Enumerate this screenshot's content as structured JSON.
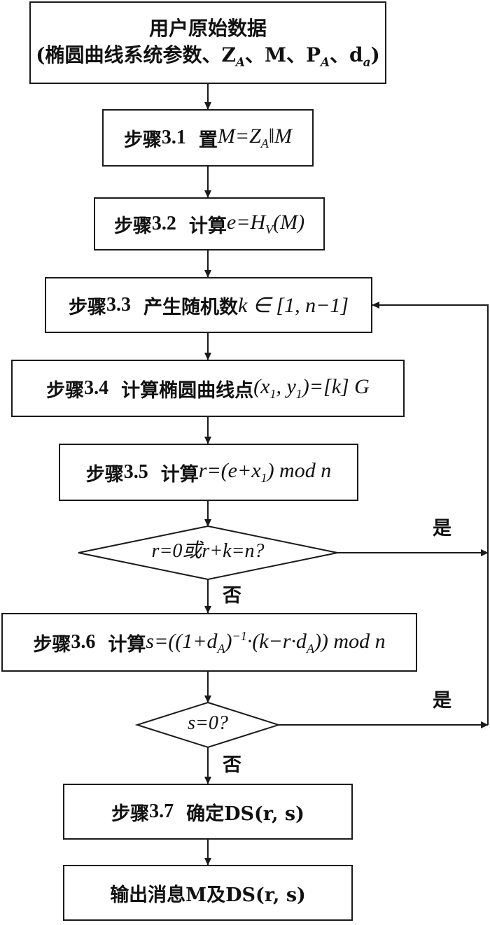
{
  "nodes": {
    "start": {
      "line1": "用户原始数据",
      "line2": "(椭圆曲线系统参数、Z",
      "sub_a": "A",
      "sep1": "、M、P",
      "sub_b": "A",
      "sep2": "、d",
      "sub_c": "a",
      "close": ")"
    },
    "s31": {
      "prefix": "步骤",
      "num": "3.1",
      "text": "置",
      "formula": "M=Z",
      "sub": "A",
      "tail": "‖M"
    },
    "s32": {
      "prefix": "步骤",
      "num": "3.2",
      "text": "计算",
      "formula": "e=H",
      "sub": "V",
      "tail": "(M)"
    },
    "s33": {
      "prefix": "步骤",
      "num": "3.3",
      "text": "产生随机数",
      "formula": "k ∈ [1, n−1]"
    },
    "s34": {
      "prefix": "步骤",
      "num": "3.4",
      "text": "计算椭圆曲线点",
      "formula": "(x",
      "sub1": "1",
      "mid": ", y",
      "sub2": "1",
      "tail": ")=[k] G"
    },
    "s35": {
      "prefix": "步骤",
      "num": "3.5",
      "text": "计算",
      "formula": "r=(e+x",
      "sub": "1",
      "tail": ") mod n"
    },
    "d1": {
      "text": "r=0或r+k=n?"
    },
    "s36": {
      "prefix": "步骤",
      "num": "3.6",
      "text": "计算",
      "formula": "s=((1+d",
      "sub1": "A",
      "sup": "−1",
      "mid": "·(k−r·d",
      "sub2": "A",
      "tail": ")) mod n"
    },
    "d2": {
      "text": "s=0?"
    },
    "s37": {
      "prefix": "步骤",
      "num": "3.7",
      "text": "确定DS(r, s)"
    },
    "end": {
      "text": "输出消息M及DS(r, s)"
    }
  },
  "edge_labels": {
    "yes1": "是",
    "yes2": "是",
    "no1": "否",
    "no2": "否"
  }
}
